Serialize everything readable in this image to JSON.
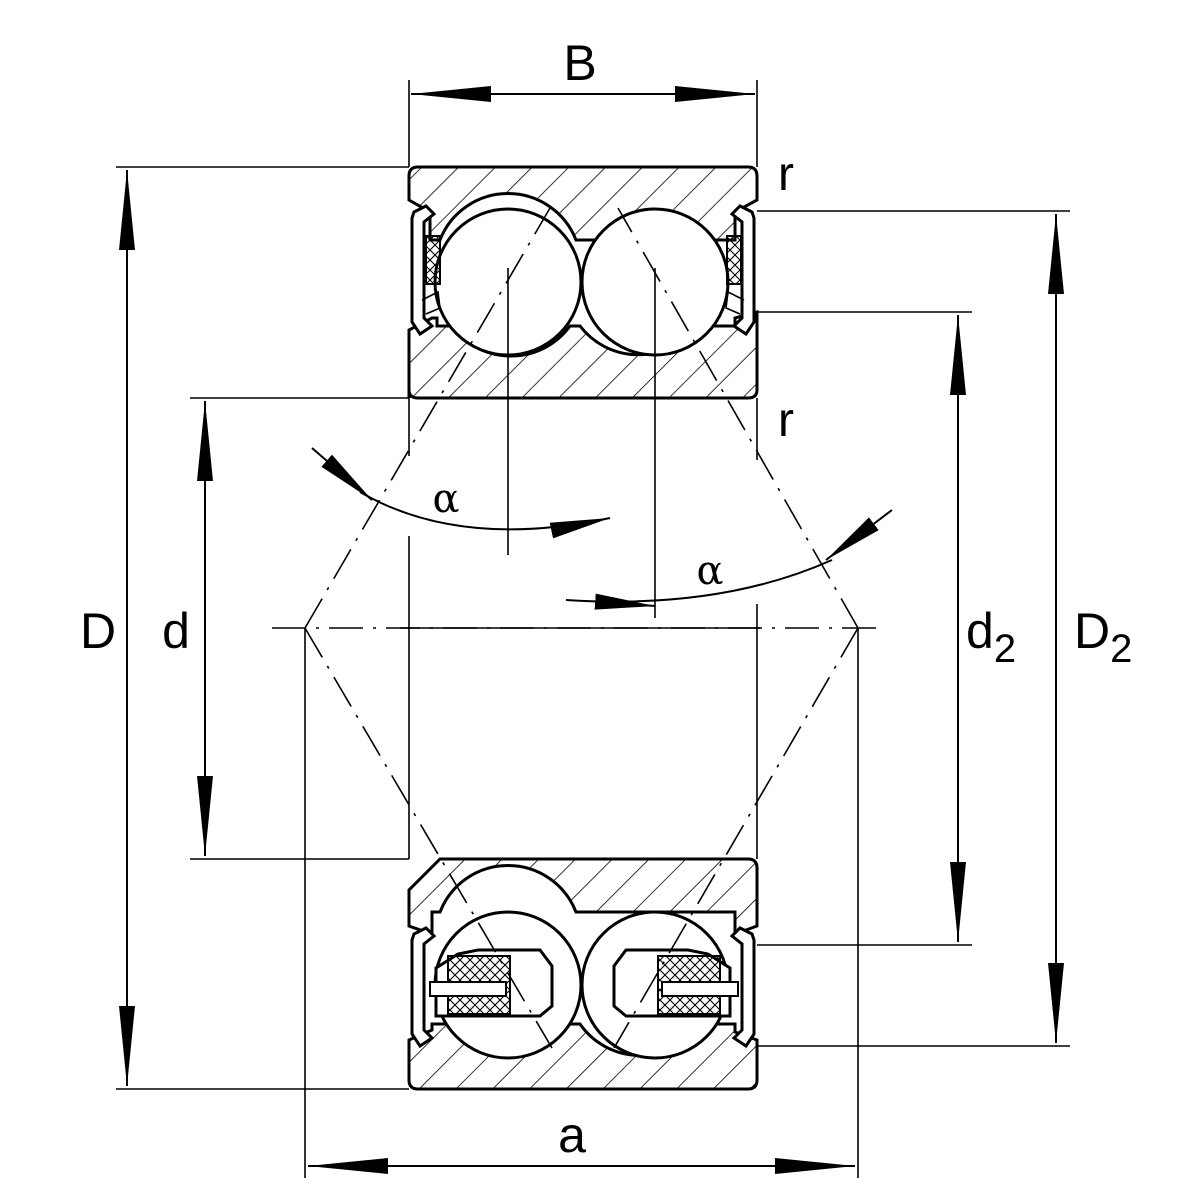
{
  "labels": {
    "width": "B",
    "outer_diameter": "D",
    "bore_diameter": "d",
    "inner_ring_shoulder_base": "d",
    "inner_ring_shoulder_sub": "2",
    "outer_ring_shoulder_base": "D",
    "outer_ring_shoulder_sub": "2",
    "pressure_distance": "a",
    "chamfer_top": "r",
    "chamfer_bottom": "r",
    "contact_angle_left": "α",
    "contact_angle_right": "α"
  },
  "colors": {
    "line": "#000000",
    "background": "#ffffff"
  }
}
